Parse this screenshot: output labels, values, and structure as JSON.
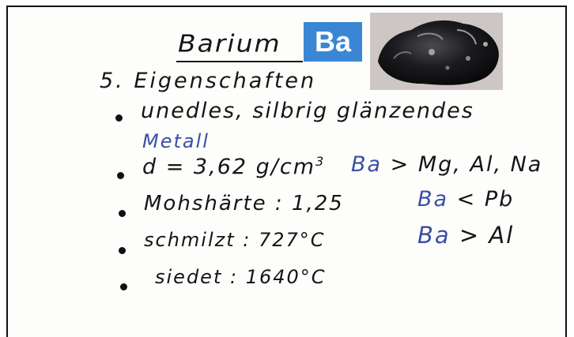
{
  "header": {
    "title": "Barium",
    "symbol": "Ba",
    "sample_image": "barium-metal-photo"
  },
  "section": {
    "heading": "5. Eigenschaften"
  },
  "properties": [
    {
      "text": "unedles, silbrig glänzendes",
      "continuation": "Metall"
    },
    {
      "text": "d = 3,62 g/cm",
      "superscript": "3",
      "comparison": "Ba",
      "comparison_rest": "> Mg, Al, Na"
    },
    {
      "text": "Mohshärte : 1,25",
      "comparison": "Ba",
      "comparison_rest": "< Pb"
    },
    {
      "text": "schmilzt :  727°C",
      "comparison": "Ba",
      "comparison_rest": "> Al"
    },
    {
      "text": "siedet :  1640°C"
    }
  ],
  "colors": {
    "ink": "#151515",
    "blue_ink": "#3b4ea6",
    "symbol_bg": "#3a86d4",
    "border": "#111111"
  }
}
